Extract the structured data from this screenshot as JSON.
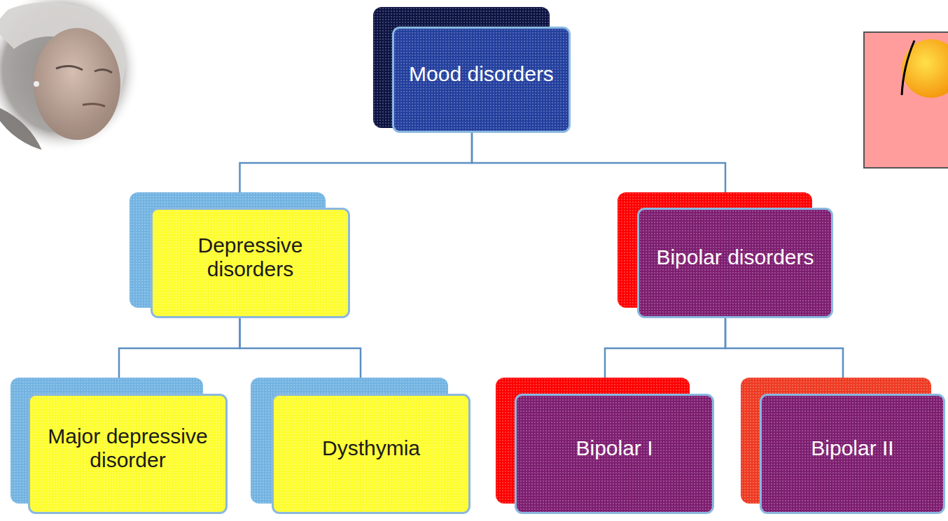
{
  "diagram": {
    "nodes": [
      {
        "text": [
          "Mood disorders"
        ]
      },
      {
        "text": [
          "Depressive disorders"
        ]
      },
      {
        "text": [
          "Bipolar disorders"
        ]
      },
      {
        "text": [
          "Major depressive disorder"
        ]
      },
      {
        "text": [
          "Dysthymia"
        ]
      },
      {
        "text": [
          "Bipolar I"
        ]
      },
      {
        "text": [
          "Bipolar II"
        ]
      }
    ],
    "edges": [
      {
        "from": 0,
        "to": 1,
        "arrow": "none"
      },
      {
        "from": 0,
        "to": 2,
        "arrow": "none"
      },
      {
        "from": 1,
        "to": 3,
        "arrow": "none"
      },
      {
        "from": 1,
        "to": 4,
        "arrow": "none"
      },
      {
        "from": 2,
        "to": 5,
        "arrow": "none"
      },
      {
        "from": 2,
        "to": 6,
        "arrow": "none"
      }
    ]
  }
}
